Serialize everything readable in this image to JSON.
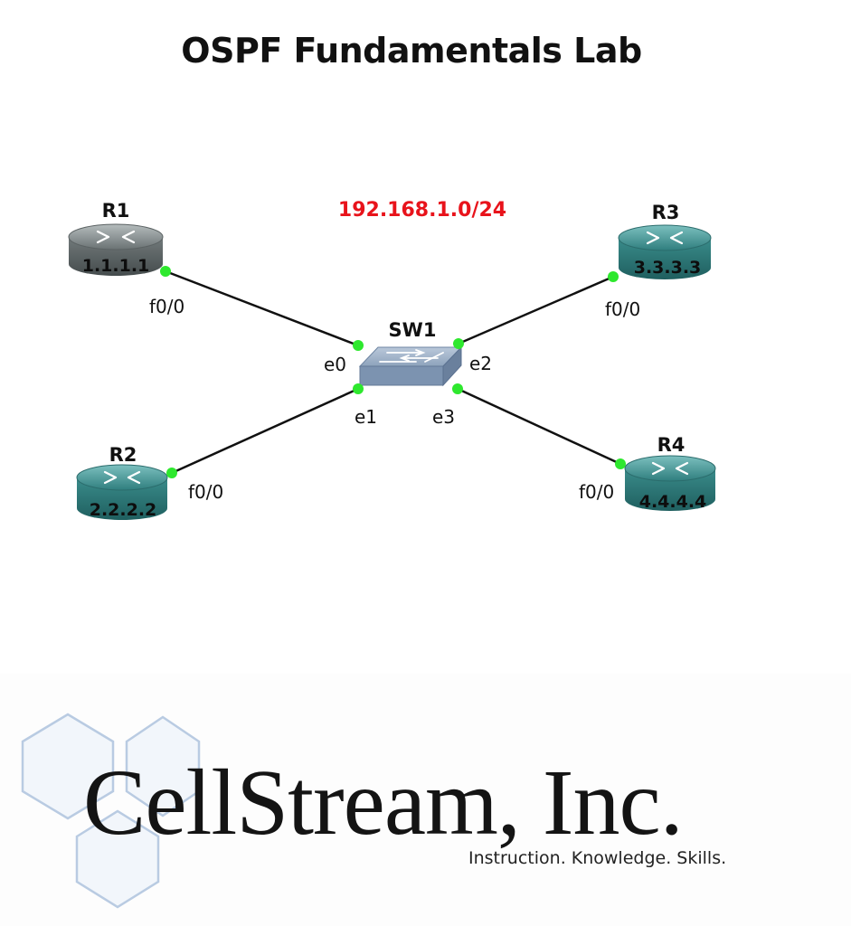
{
  "title": "OSPF Fundamentals Lab",
  "network": {
    "label": "192.168.1.0/24",
    "color": "#e8131b"
  },
  "routers": [
    {
      "id": "r1",
      "name": "R1",
      "ip": "1.1.1.1",
      "body_color": "#6f7778",
      "interface": "f0/0"
    },
    {
      "id": "r2",
      "name": "R2",
      "ip": "2.2.2.2",
      "body_color": "#3f8f8f",
      "interface": "f0/0"
    },
    {
      "id": "r3",
      "name": "R3",
      "ip": "3.3.3.3",
      "body_color": "#3f8f8f",
      "interface": "f0/0"
    },
    {
      "id": "r4",
      "name": "R4",
      "ip": "4.4.4.4",
      "body_color": "#3f8f8f",
      "interface": "f0/0"
    }
  ],
  "switch": {
    "name": "SW1",
    "ports": [
      "e0",
      "e1",
      "e2",
      "e3"
    ],
    "color": "#8fa4bd"
  },
  "link_port_color": "#2ee82e",
  "logo": {
    "company": "CellStream, Inc.",
    "tagline": "Instruction. Knowledge. Skills.",
    "hex_color": "#b9cbe2"
  }
}
